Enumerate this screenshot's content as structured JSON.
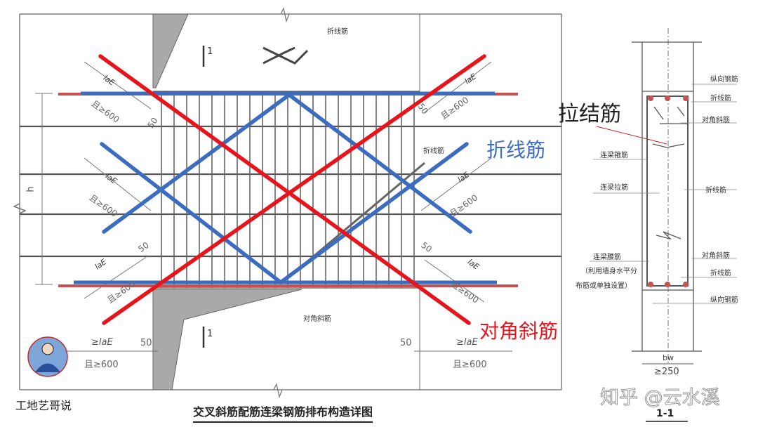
{
  "title": "交叉斜筋配筋连梁钢筋排布构造详图",
  "author_label": "工地艺哥说",
  "watermark": "知乎 @云水溪",
  "colors": {
    "diagonal_bar": "#e8141c",
    "bent_bar": "#3c6cc0",
    "concrete": "#a8a8a8",
    "line": "#555555"
  },
  "annotations": {
    "tie_bar": "拉结筋",
    "bent_bar": "折线筋",
    "diagonal_bar": "对角斜筋"
  },
  "elevation": {
    "top_label": "折线筋",
    "mid_label": "折线筋",
    "bottom_label": "对角斜筋",
    "section_mark": "1",
    "height_label": "h",
    "anchor_len": "laE",
    "min_600": "且≥600",
    "min_lae": "≥laE",
    "offset_50": "50"
  },
  "section": {
    "name": "1-1",
    "width_label": "bw",
    "min_width": "≥250",
    "labels": [
      "纵向钢筋",
      "折线筋",
      "对角斜筋",
      "连梁箍筋",
      "连梁拉筋",
      "折线筋",
      "连梁腰筋",
      "（利用墙身水平分",
      "布筋或单独设置）",
      "对角斜筋",
      "折线筋",
      "纵向钢筋"
    ]
  }
}
